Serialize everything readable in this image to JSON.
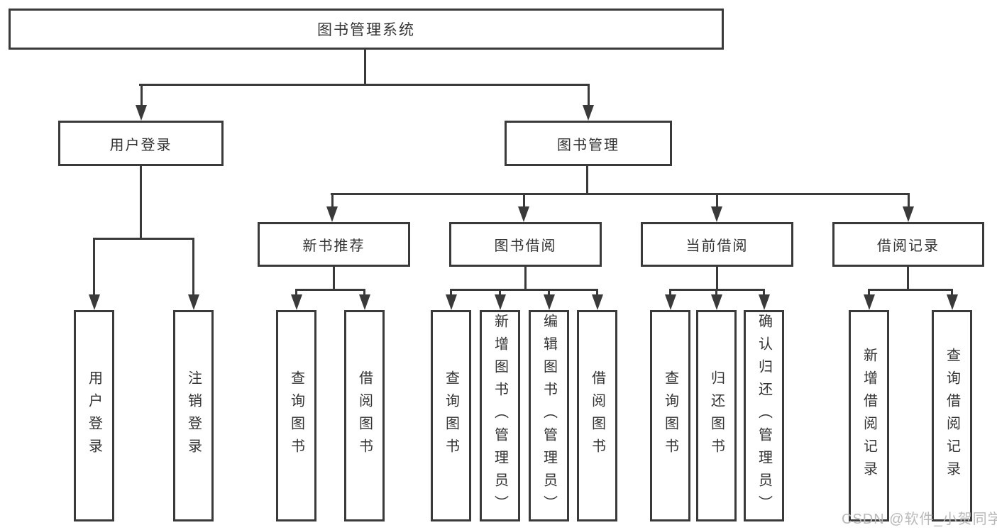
{
  "tree": {
    "root": "图书管理系统",
    "branches": [
      {
        "label": "用户登录",
        "leaves": [
          "用户登录",
          "注销登录"
        ]
      },
      {
        "label": "图书管理",
        "sections": [
          {
            "label": "新书推荐",
            "leaves": [
              "查询图书",
              "借阅图书"
            ]
          },
          {
            "label": "图书借阅",
            "leaves": [
              "查询图书",
              "新增图书（管理员）",
              "编辑图书（管理员）",
              "借阅图书"
            ]
          },
          {
            "label": "当前借阅",
            "leaves": [
              "查询图书",
              "归还图书",
              "确认归还（管理员）"
            ]
          },
          {
            "label": "借阅记录",
            "leaves": [
              "新增借阅记录",
              "查询借阅记录"
            ]
          }
        ]
      }
    ]
  },
  "watermark": "CSDN @软件_小贺同学",
  "colors": {
    "line": "#3a3a3a",
    "text": "#333333",
    "watermark": "#b9b9b9",
    "background": "#ffffff"
  }
}
